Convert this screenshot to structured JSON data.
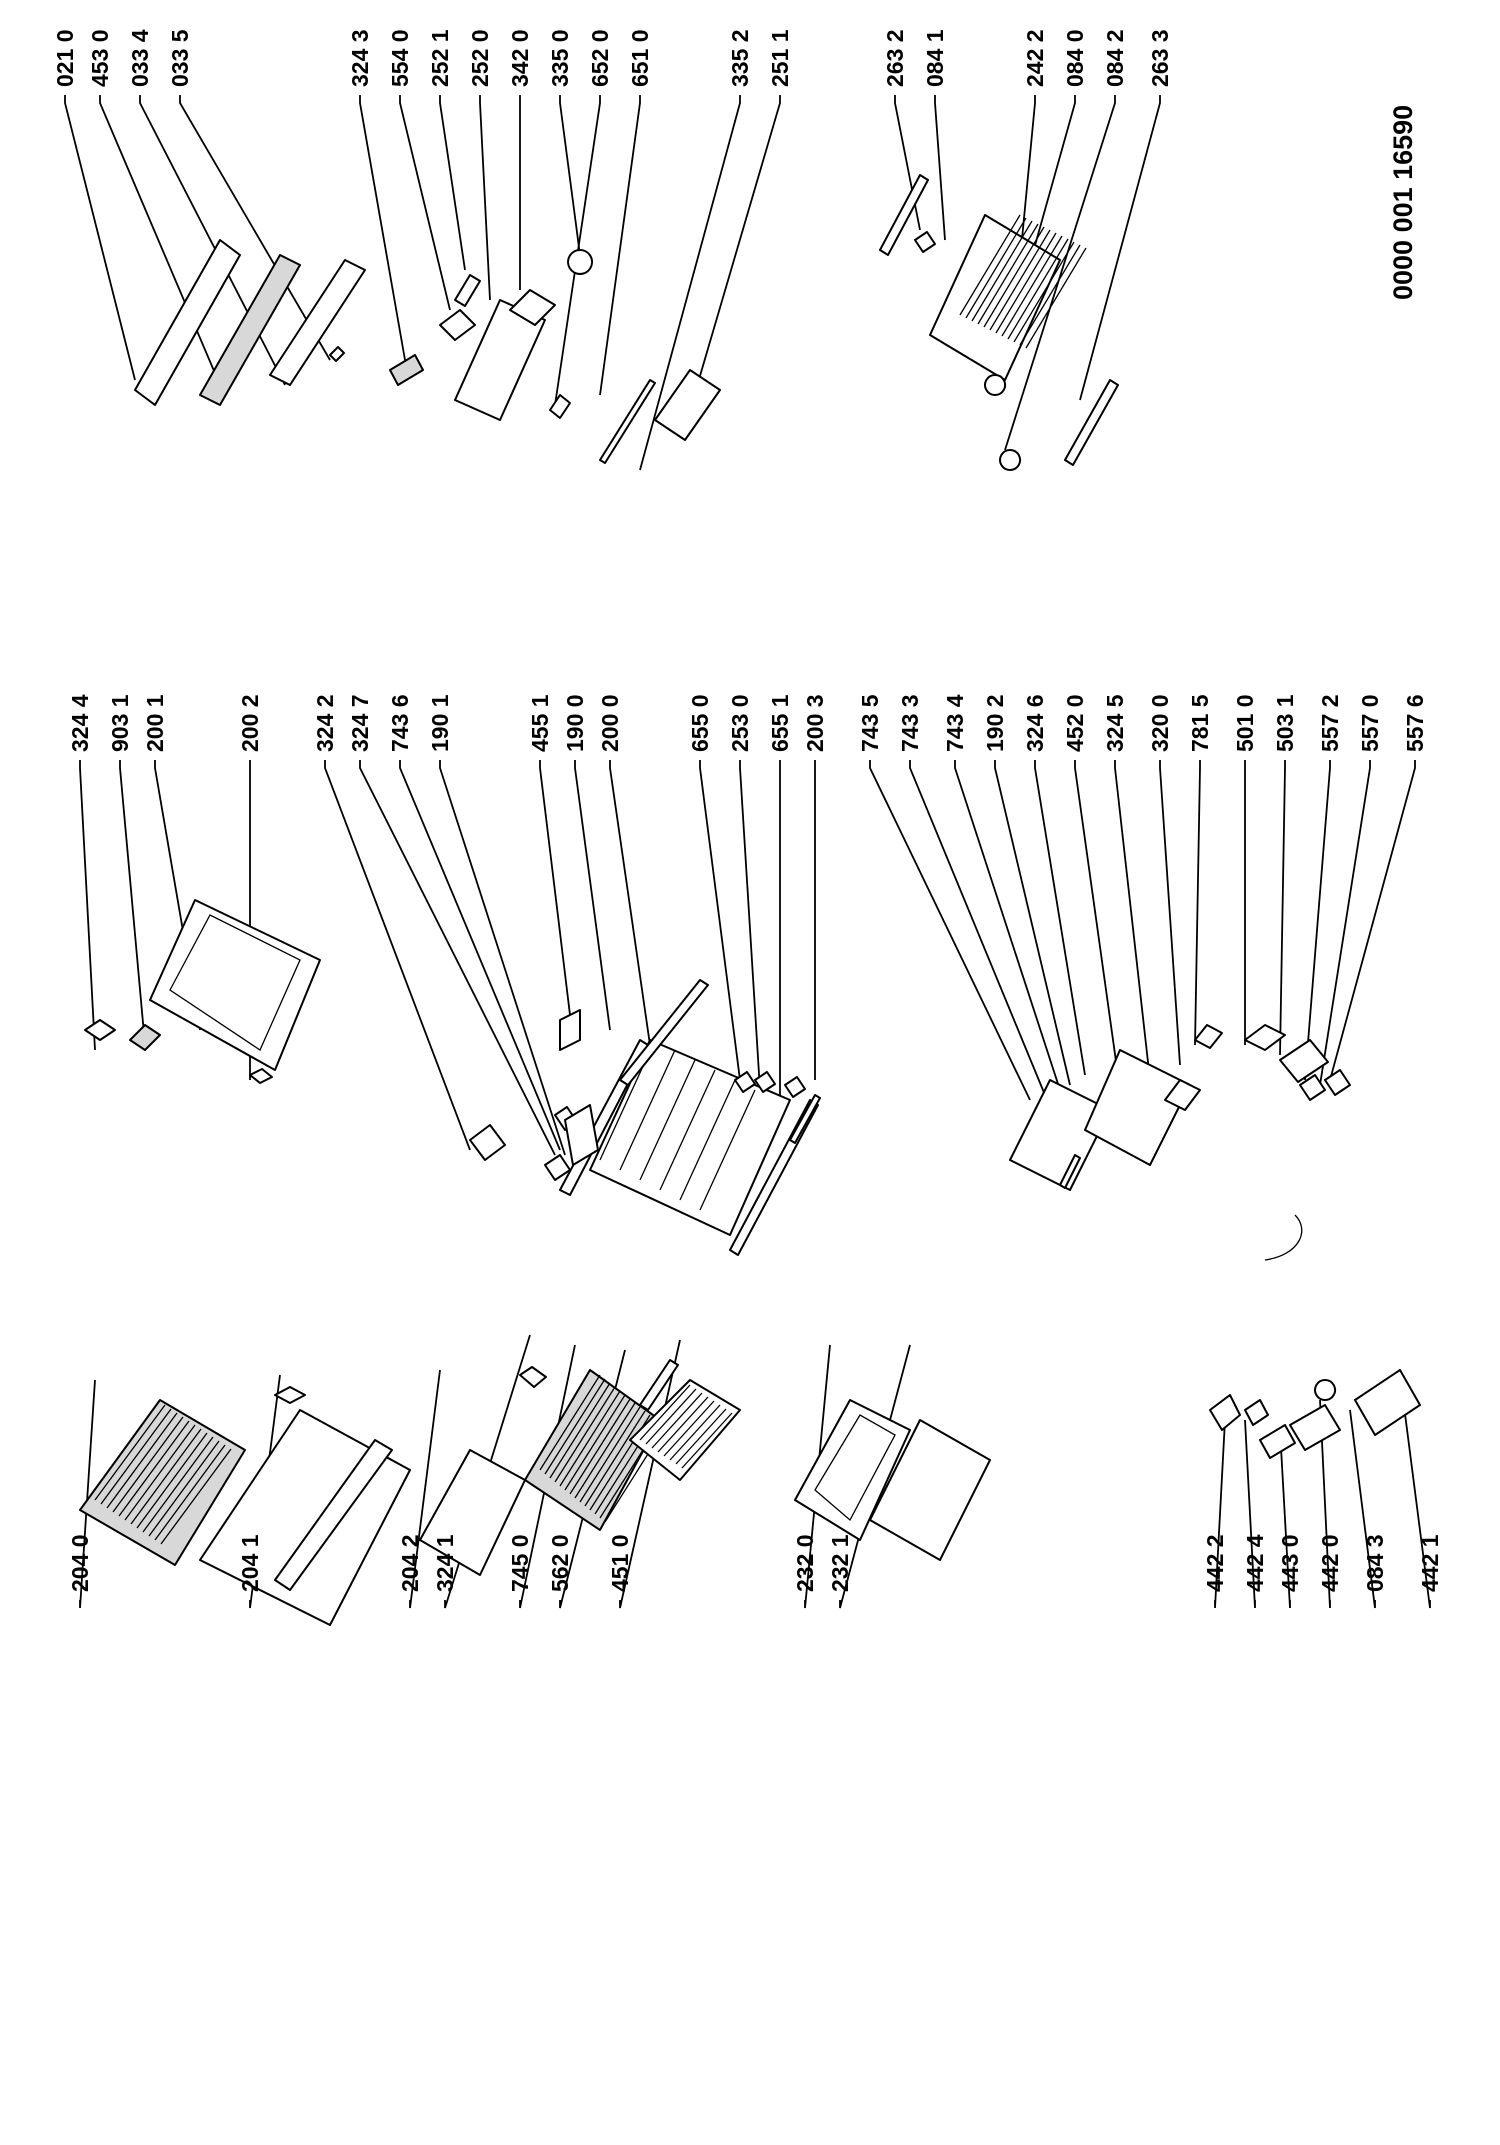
{
  "document": {
    "doc_number": "0000 001 16590"
  },
  "groups": [
    {
      "id": "left",
      "labels": [
        "204 0",
        "204 1",
        "204 2",
        "324 1",
        "745 0",
        "562 0",
        "451 0",
        "232 0",
        "232 1",
        "442 2",
        "442 4",
        "443 0",
        "442 0",
        "084 3",
        "442 1"
      ]
    },
    {
      "id": "middle",
      "labels": [
        "324 4",
        "903 1",
        "200 1",
        "200 2",
        "324 2",
        "324 7",
        "743 6",
        "190 1",
        "455 1",
        "190 0",
        "200 0",
        "655 0",
        "253 0",
        "655 1",
        "200 3",
        "743 5",
        "743 3",
        "743 4",
        "190 2",
        "324 6",
        "452 0",
        "324 5",
        "320 0",
        "781 5",
        "501 0",
        "503 1",
        "557 2",
        "557 0",
        "557 6"
      ]
    },
    {
      "id": "right",
      "labels": [
        "021 0",
        "453 0",
        "033 4",
        "033 5",
        "324 3",
        "554 0",
        "252 1",
        "252 0",
        "342 0",
        "335 0",
        "652 0",
        "651 0",
        "335 2",
        "251 1",
        "263 2",
        "084 1",
        "242 2",
        "084 0",
        "084 2",
        "263 3"
      ]
    }
  ]
}
